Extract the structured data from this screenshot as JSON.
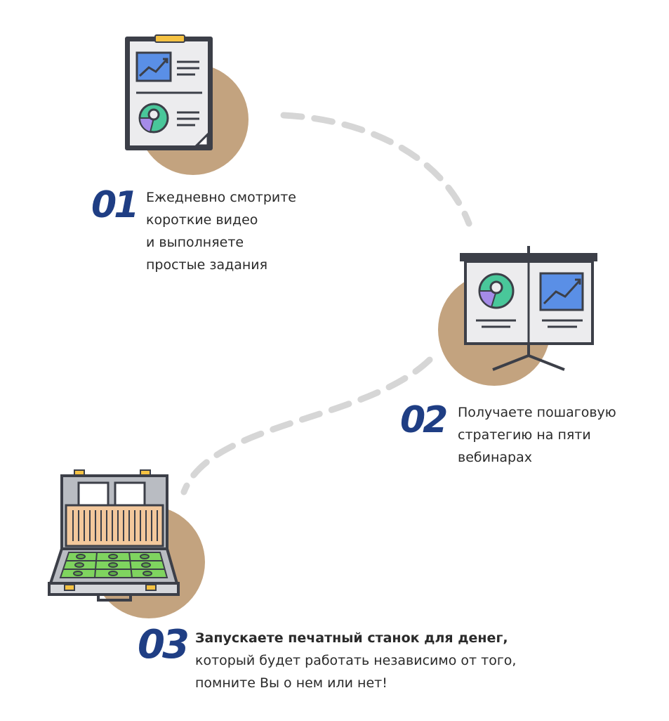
{
  "steps": [
    {
      "number": "01",
      "lines": [
        "Ежедневно смотрите",
        "короткие видео",
        "и выполняете",
        "простые задания"
      ],
      "icon": "clipboard-report-icon"
    },
    {
      "number": "02",
      "lines": [
        "Получаете пошаговую",
        "стратегию на пяти",
        "вебинарах"
      ],
      "icon": "presentation-board-icon"
    },
    {
      "number": "03",
      "headline": "Запускаете печатный станок для денег,",
      "lines": [
        "который будет работать независимо от того,",
        "помните Вы о нем или нет!"
      ],
      "icon": "money-briefcase-icon"
    }
  ],
  "colors": {
    "accent_number": "#1f3e84",
    "circle": "#c3a37f",
    "dashes": "#d6d6d6",
    "outline": "#3c3f48",
    "chart_blue": "#5a8fe6",
    "chart_green": "#49c79a",
    "chart_purple": "#a58be8",
    "money_green": "#7fd45f",
    "briefcase_inner": "#f3c89c"
  }
}
